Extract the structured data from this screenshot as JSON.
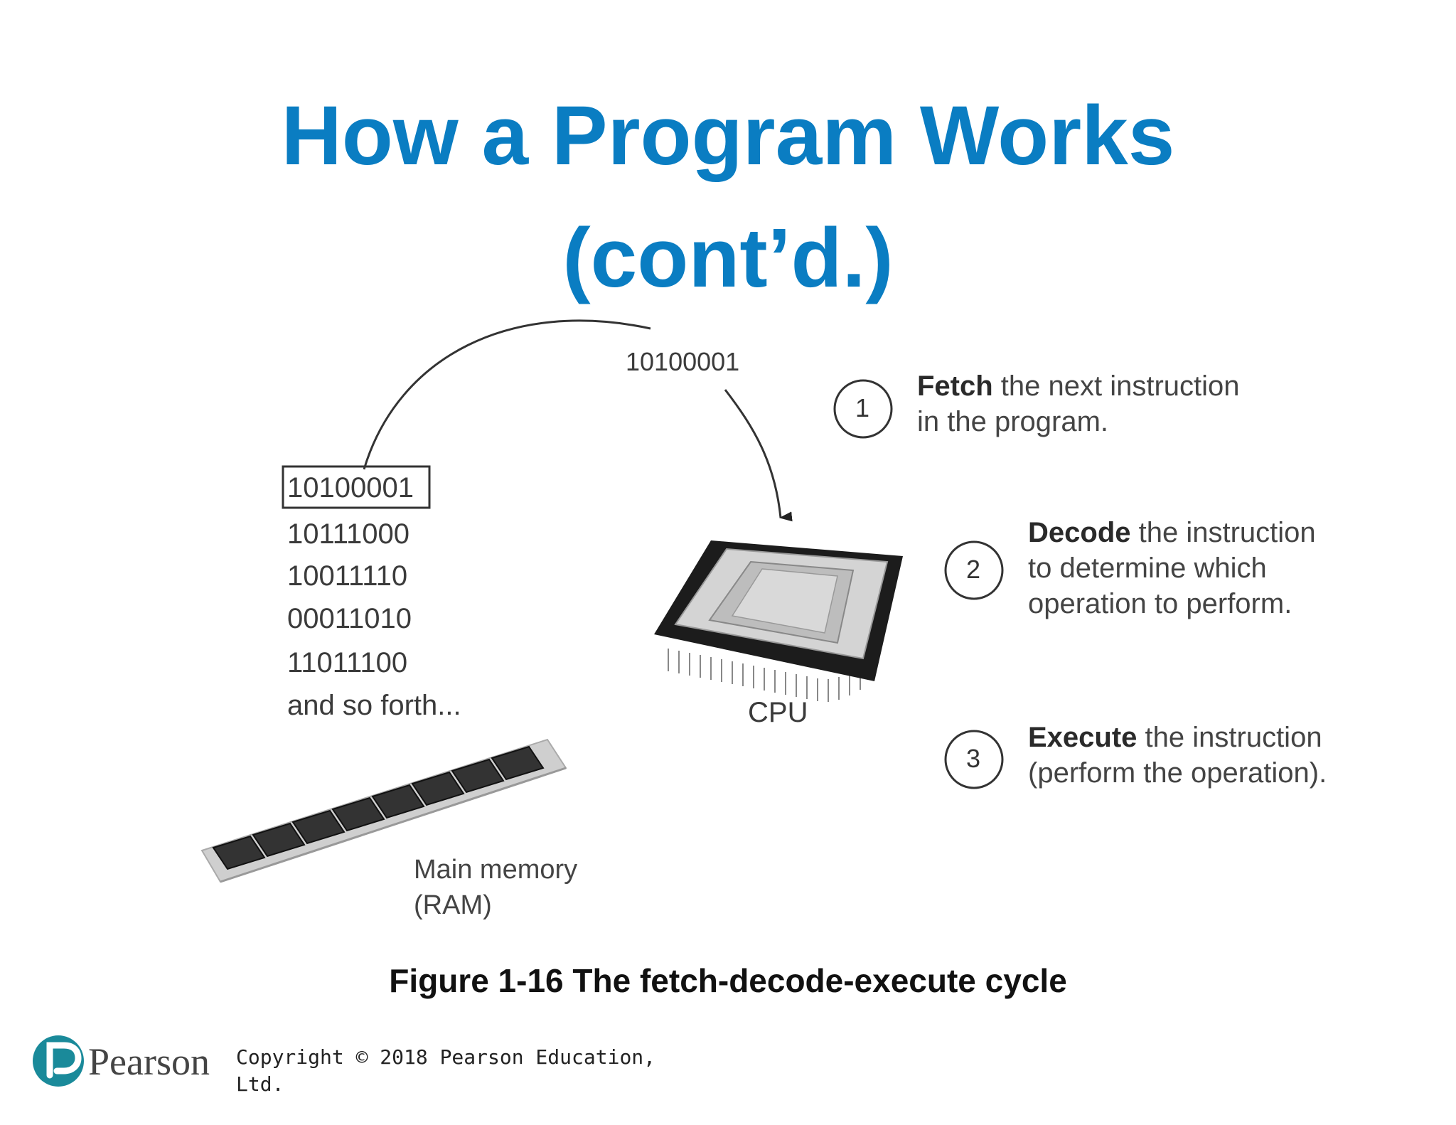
{
  "slide": {
    "title_line1": "How a Program Works",
    "title_line2": "(cont’d.)"
  },
  "diagram": {
    "fetched_instruction": "10100001",
    "memory_lines": [
      "10100001",
      "10111000",
      "10011110",
      "00011010",
      "11011100",
      "and so forth..."
    ],
    "memory_label_line1": "Main memory",
    "memory_label_line2": "(RAM)",
    "cpu_label": "CPU",
    "steps": [
      {
        "number": "1",
        "keyword": "Fetch",
        "line1_rest": " the next instruction",
        "line2": "in the program.",
        "line3": ""
      },
      {
        "number": "2",
        "keyword": "Decode",
        "line1_rest": " the instruction",
        "line2": "to determine which",
        "line3": "operation to perform."
      },
      {
        "number": "3",
        "keyword": "Execute",
        "line1_rest": " the instruction",
        "line2": "(perform the operation).",
        "line3": ""
      }
    ]
  },
  "caption": "Figure 1-16 The fetch-decode-execute cycle",
  "footer": {
    "brand": "Pearson",
    "copyright_line1": "Copyright © 2018 Pearson Education,",
    "copyright_line2": "Ltd."
  },
  "colors": {
    "title": "#0a7dc2",
    "pearson_logo": "#1a8a9a"
  }
}
